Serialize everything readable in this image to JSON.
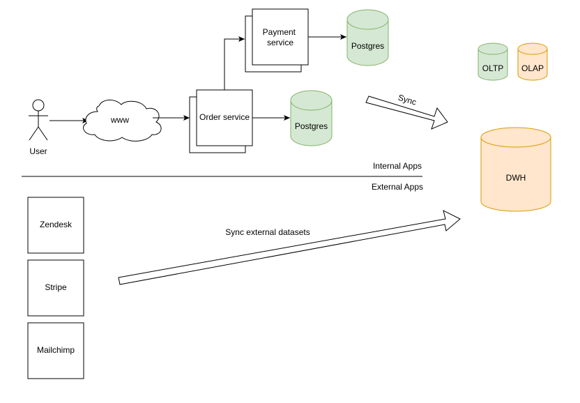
{
  "nodes": {
    "user_label": "User",
    "www_label": "www",
    "payment_service_line1": "Payment",
    "payment_service_line2": "service",
    "order_service_label": "Order service",
    "postgres_payment_label": "Postgres",
    "postgres_order_label": "Postgres",
    "oltp_label": "OLTP",
    "olap_label": "OLAP",
    "dwh_label": "DWH",
    "zendesk_label": "Zendesk",
    "stripe_label": "Stripe",
    "mailchimp_label": "Mailchimp"
  },
  "edges": {
    "sync_label": "Sync",
    "sync_external_label": "Sync external datasets"
  },
  "sections": {
    "internal_label": "Internal Apps",
    "external_label": "External Apps"
  },
  "colors": {
    "green_fill": "#d5e8d4",
    "green_stroke": "#82b366",
    "orange_fill": "#ffe6cc",
    "orange_stroke": "#d79b00"
  }
}
